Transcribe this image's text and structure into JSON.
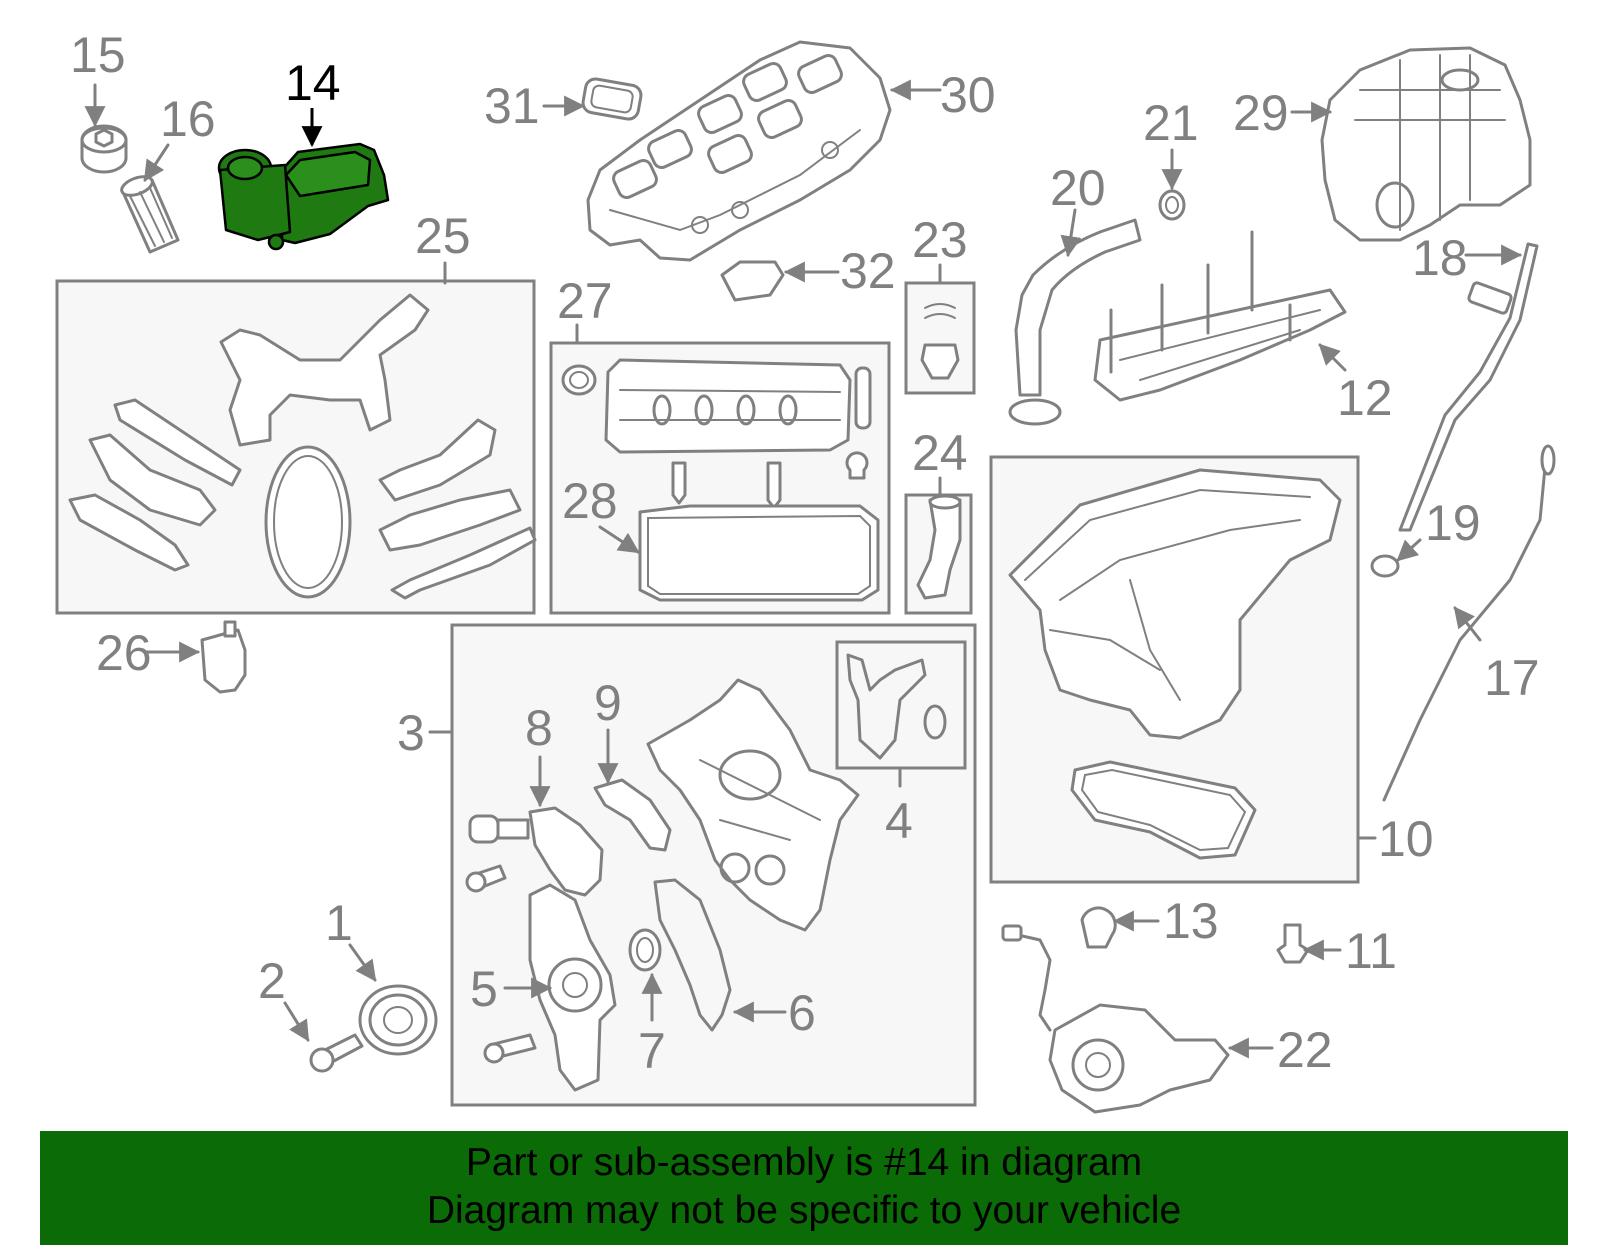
{
  "callouts": {
    "c1": "1",
    "c2": "2",
    "c3": "3",
    "c4": "4",
    "c5": "5",
    "c6": "6",
    "c7": "7",
    "c8": "8",
    "c9": "9",
    "c10": "10",
    "c11": "11",
    "c12": "12",
    "c13": "13",
    "c14": "14",
    "c15": "15",
    "c16": "16",
    "c17": "17",
    "c18": "18",
    "c19": "19",
    "c20": "20",
    "c21": "21",
    "c22": "22",
    "c23": "23",
    "c24": "24",
    "c25": "25",
    "c26": "26",
    "c27": "27",
    "c28": "28",
    "c29": "29",
    "c30": "30",
    "c31": "31",
    "c32": "32"
  },
  "highlighted_part": "14",
  "banner": {
    "line1": "Part or sub-assembly is #14 in diagram",
    "line2": "Diagram may not be specific to your vehicle"
  },
  "colors": {
    "highlight": "#1f7a12",
    "banner": "#0b6b06",
    "line": "#808080"
  }
}
